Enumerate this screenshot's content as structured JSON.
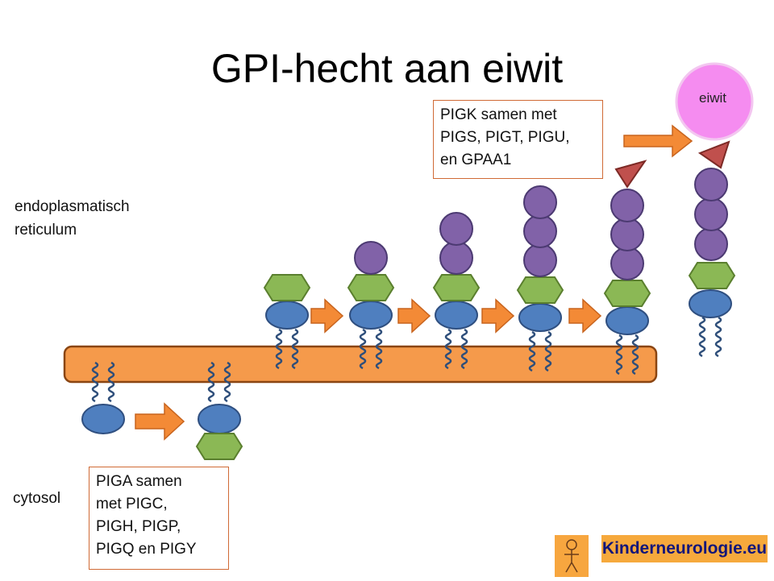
{
  "title": "GPI-hecht aan eiwit",
  "labels": {
    "er_line1": "endoplasmatisch",
    "er_line2": "reticulum",
    "cytosol": "cytosol",
    "protein": "eiwit"
  },
  "box_cytosol": [
    "PIGA samen",
    "met PIGC,",
    "PIGH, PIGP,",
    "PIGQ en PIGY"
  ],
  "box_er": [
    "PIGK samen met",
    "PIGS, PIGT, PIGU,",
    "en GPAA1"
  ],
  "logo": {
    "text": "Kinderneurologie.eu",
    "icon": "child-drawing-icon"
  },
  "colors": {
    "membrane": "#f59a4b",
    "membrane_border": "#8a4512",
    "inositol": "#4f7fbf",
    "glucosamine": "#8bb855",
    "mannose": "#8162a8",
    "ethanolamine": "#c0504d",
    "protein": "#f58cf0",
    "arrow": "#f38a36",
    "lipid_tail": "#2e4e7a"
  }
}
